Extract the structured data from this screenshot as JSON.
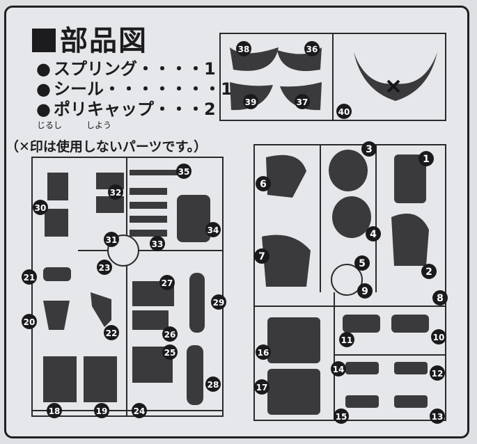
{
  "title": "部品図",
  "parts_list": [
    "スプリング・・・・1",
    "シール・・・・・・・1",
    "ポリキャップ・・・2"
  ],
  "ruby": {
    "shirushi": "じるし",
    "shiyou": "しよう"
  },
  "note": "（✕印は使用しないパーツです。）",
  "part_numbers": [
    "1",
    "2",
    "3",
    "4",
    "5",
    "6",
    "7",
    "8",
    "9",
    "10",
    "11",
    "12",
    "13",
    "14",
    "15",
    "16",
    "17",
    "18",
    "19",
    "20",
    "21",
    "22",
    "23",
    "24",
    "25",
    "26",
    "27",
    "28",
    "29",
    "30",
    "31",
    "32",
    "33",
    "34",
    "35",
    "36",
    "37",
    "38",
    "39",
    "40"
  ]
}
